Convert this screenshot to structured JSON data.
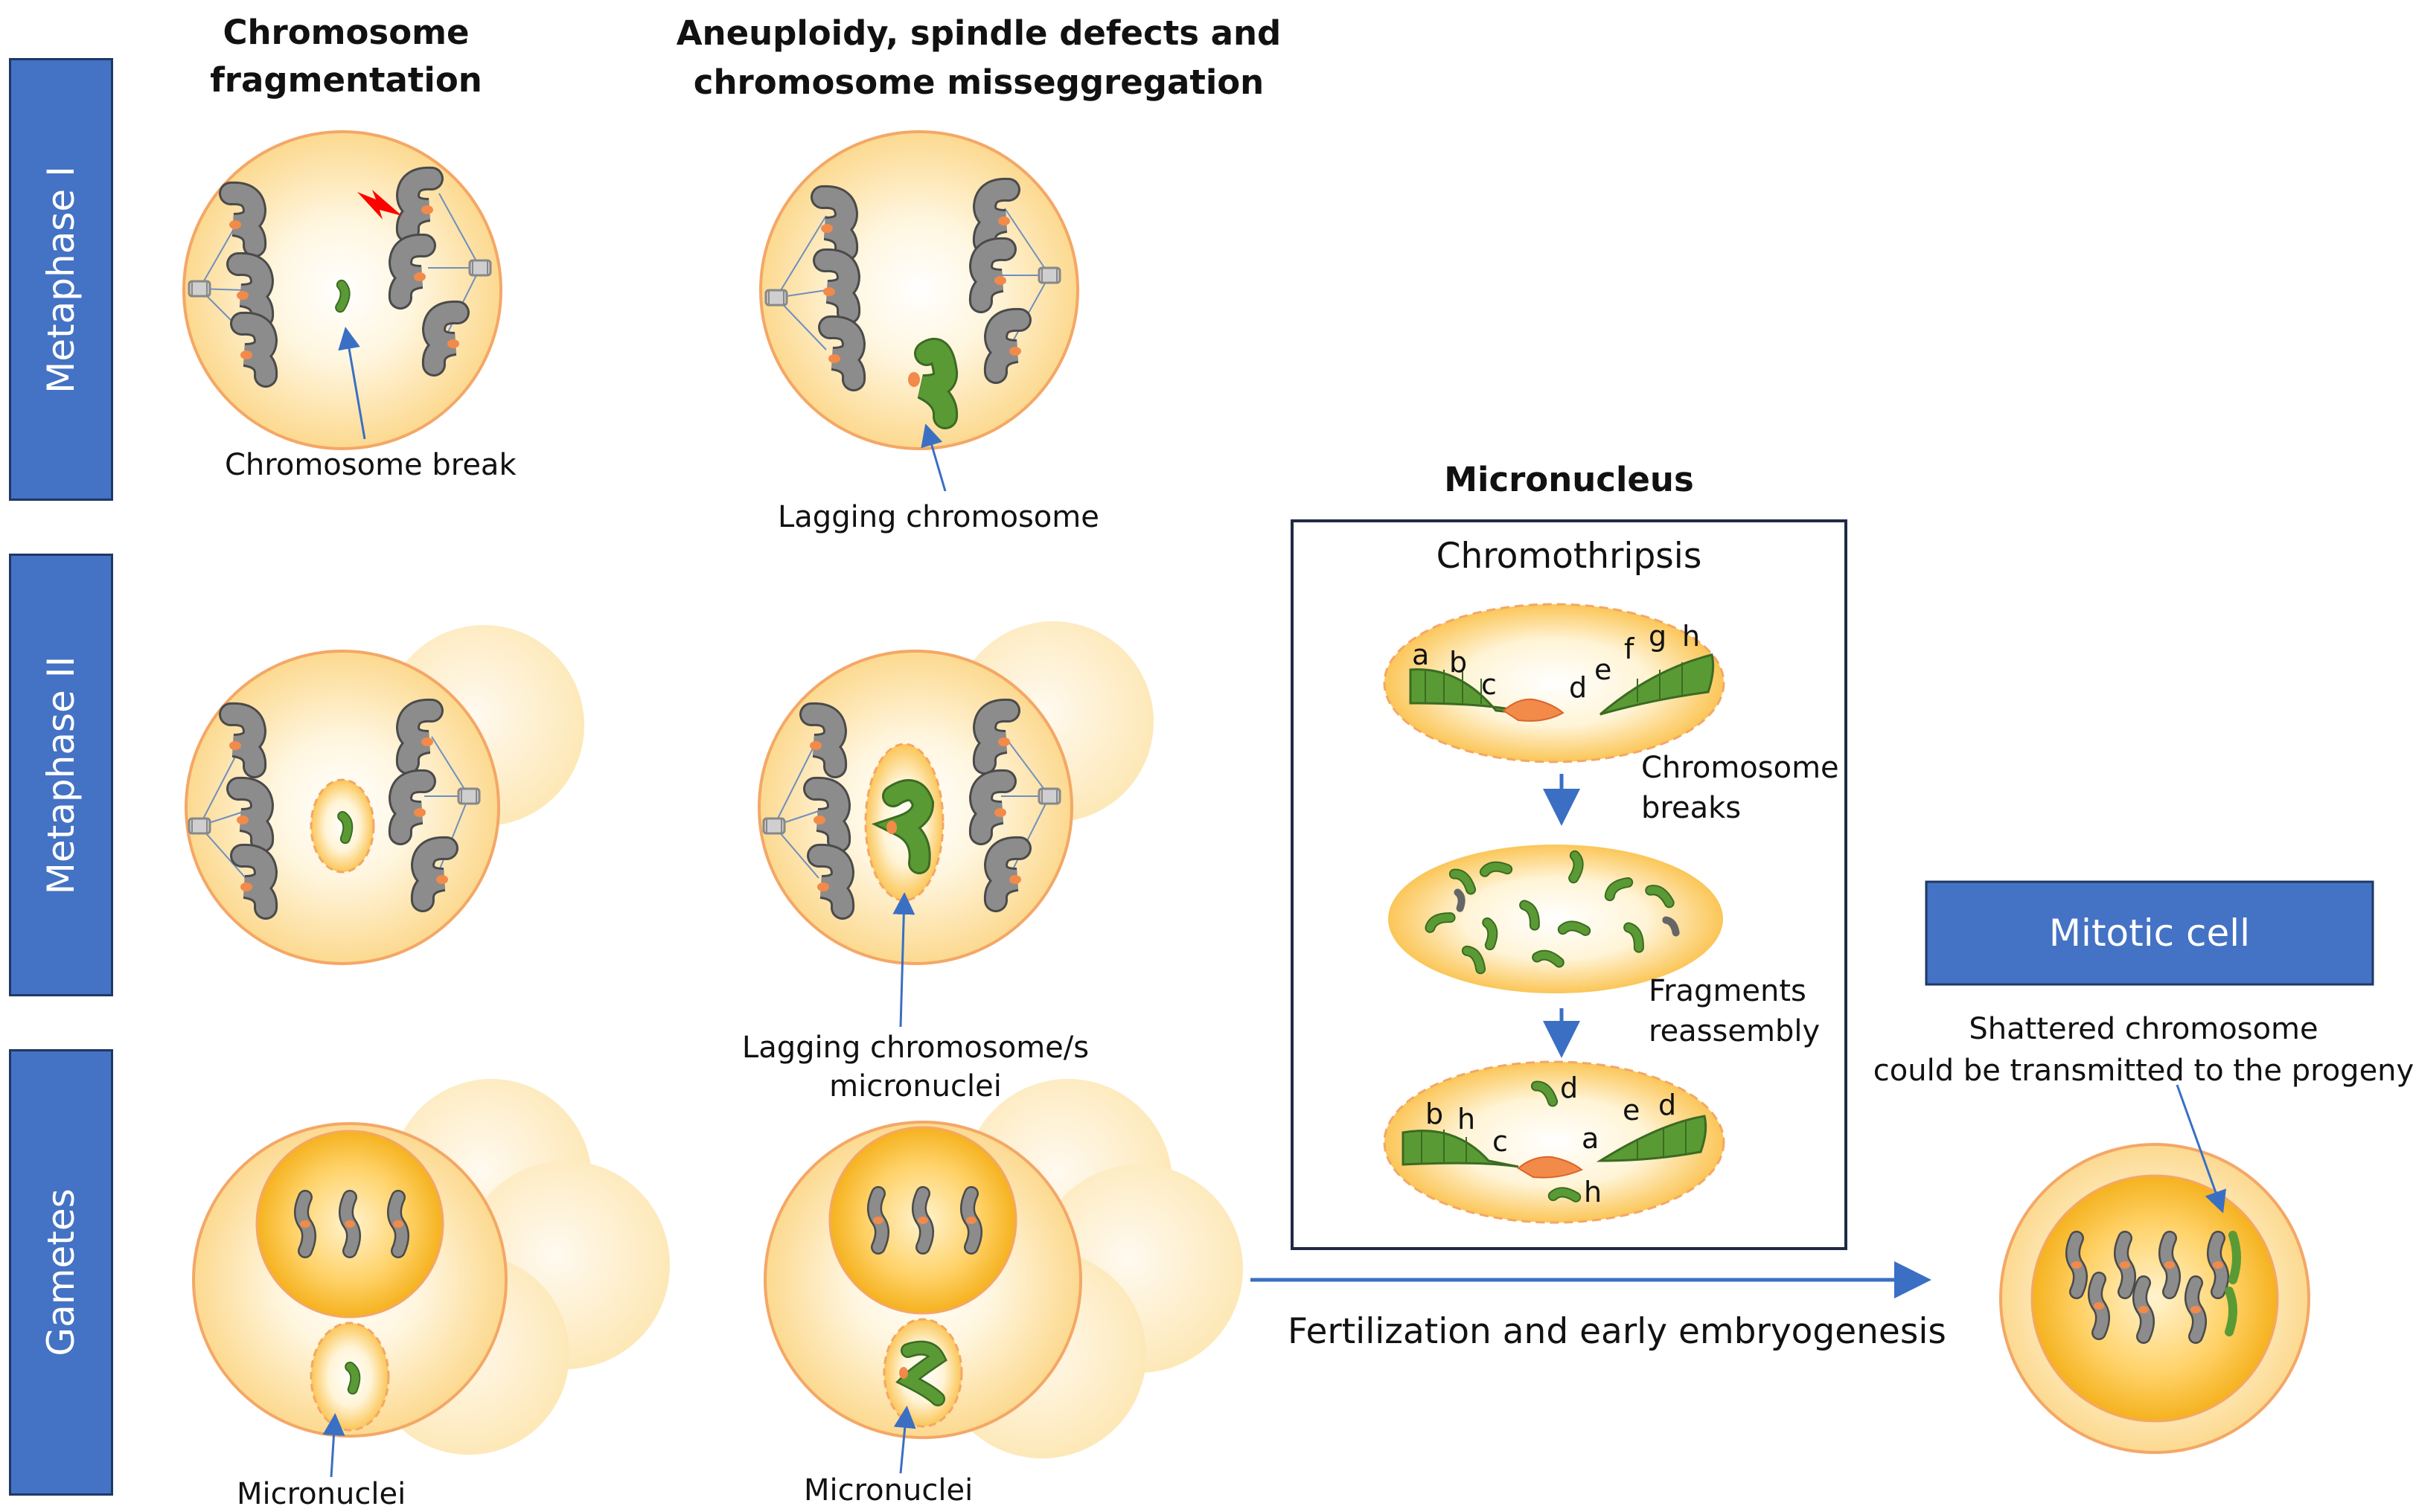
{
  "columns": {
    "fragmentation": [
      "Chromosome",
      "fragmentation"
    ],
    "aneuploidy": [
      "Aneuploidy, spindle defects and",
      "chromosome misseggregation"
    ]
  },
  "rows": {
    "metaphase1": "Metaphase I",
    "metaphase2": "Metaphase II",
    "gametes": "Gametes"
  },
  "annotations": {
    "chromosome_break": "Chromosome break",
    "lagging_chromosome": "Lagging chromosome",
    "lagging_micronuclei": [
      "Lagging chromosome/s",
      "micronuclei"
    ],
    "micronuclei_left": "Micronuclei",
    "micronuclei_right": "Micronuclei"
  },
  "micronucleus_panel": {
    "title": "Micronucleus",
    "subtitle": "Chromothripsis",
    "step1": [
      "Chromosome",
      "breaks"
    ],
    "step2": [
      "Fragments",
      "reassembly"
    ],
    "top_letters": [
      "a",
      "b",
      "c",
      "d",
      "e",
      "f",
      "g",
      "h"
    ],
    "bottom_letters": [
      "b",
      "h",
      "c",
      "d",
      "a",
      "e",
      "d",
      "h"
    ]
  },
  "fertilization": "Fertilization and early embryogenesis",
  "mitotic": {
    "label": "Mitotic cell",
    "note": [
      "Shattered chromosome",
      "could be transmitted to the progeny"
    ]
  },
  "colors": {
    "label_blue": "#4472c4",
    "cell_fill": "#fde3a8",
    "cell_border": "#f4a766",
    "chromosome_grey": "#8c8c8c",
    "chromosome_green": "#5a9a35",
    "centromere": "#f28a4a",
    "arrow_blue": "#3a6fc4",
    "break_red": "#ff0000"
  }
}
